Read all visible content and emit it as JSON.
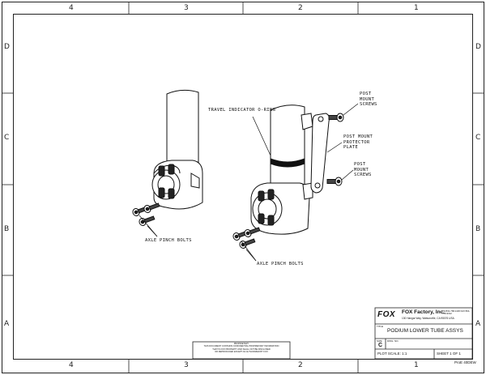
{
  "zones": {
    "columns": [
      "4",
      "3",
      "2",
      "1"
    ],
    "rows": [
      "D",
      "C",
      "B",
      "A"
    ]
  },
  "callouts": {
    "travel_indicator": "TRAVEL INDICATOR O-RING",
    "post_mount_screws_top": "POST\nMOUNT\nSCREWS",
    "post_mount_protector": "POST MOUNT\nPROTECTOR\nPLATE",
    "post_mount_screws_bottom": "POST\nMOUNT\nSCREWS",
    "axle_pinch_left": "AXLE PINCH BOLTS",
    "axle_pinch_right": "AXLE PINCH BOLTS"
  },
  "title_block": {
    "logo": "FOX",
    "company": "FOX Factory, Inc.",
    "address": "130 Hangar Way, Watsonville, CA 95076 USA",
    "phone": "PH:831-768-1100 FAX:831-768-9312",
    "title_label": "TITLE",
    "title": "PODIUM LOWER TUBE ASSYS",
    "size_label": "SIZE",
    "size": "C",
    "dwg_label": "DWG. NO.",
    "scale": "PLOT SCALE: 1:1",
    "sheet": "SHEET 1 OF 1",
    "revision": "ProE 40DEW"
  },
  "proprietary_notice": "PROPRIETARY\nTHIS DOCUMENT CONTAINS CONFIDENTIAL PROPRIETARY INFORMATION\nTHAT IS FOX PROPERTY AND SHALL NOT BE DISCLOSED\nOR REPRODUCED EXCEPT AS AUTHORIZED BY FOX"
}
